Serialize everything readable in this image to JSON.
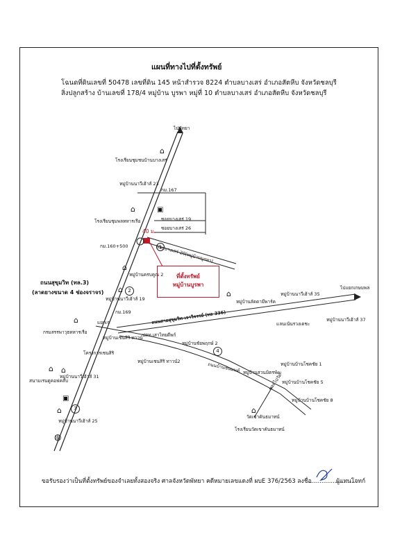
{
  "header": {
    "title": "แผนที่ทางไปที่ตั้งทรัพย์",
    "deed_line": "โฉนดที่ดินเลขที่ 50478  เลขที่ดิน 145  หน้าสำรวจ 8224  ตำบลบางเสร่  อำเภอสัตหีบ  จังหวัดชลบุรี",
    "building_line": "สิ่งปลูกสร้าง  บ้านเลขที่ 178/4  หมู่บ้าน บูรพา  หมู่ที่ 10  ตำบลบางเสร่  อำเภอสัตหีบ  จังหวัดชลบุรี"
  },
  "map": {
    "to_pattaya": "ไปพัทยา",
    "to_bangkok": "ไปแยกเกษมพล",
    "sukhumvit_road": "ถนนสุขุมวิท (ทล.3)",
    "sukhumvit_lanes": "(ลาดยางขนาด 4 ช่องจราจร)",
    "sai_road": "ถนนสายสุขุมวิท-เจาวิจรรย์ (ทล 336)",
    "soi_20": "ซอยบางเสร่ 20(หมู่บ้านบูรพา)",
    "soi_19": "ซอยบางเสร่ 19",
    "soi_26": "ซอยบางเสร่ 26",
    "distance": "40 ม.",
    "km_160_500": "กม.160+500",
    "km_167": "กม.167",
    "km_169": "กม.169",
    "intersection": "แยกเจ",
    "road_khao_chi": "ถนนบ้านชนมนต์",
    "to_khao": "ซอยไปวัด",
    "property_box": [
      "ที่ตั้งทรัพย์",
      "หมู่บ้านบูรพา"
    ],
    "markers": [
      "1",
      "2",
      "3",
      "4"
    ],
    "landmarks": [
      "โรงเรียนชุมชนบ้านบางเสร่",
      "หมู่บ้านนาวีเฮ้าส์ 23",
      "โรงเรียนชุมพลทหารเรือ",
      "หมู่บ้านครบคูณ 2",
      "หมู่บ้านนาวีเฮ้าส์ 19",
      "หมู่บ้านลัดดามีพาร์ค",
      "หมู่บ้านนาวีเฮ้าส์ 35",
      "แลนเน้นรวงเดชะ",
      "หมู่บ้านนาวีเฮ้าส์ 37",
      "กรมสรรพาวุธทหารเรือ",
      "หมู่บ้านเชนสิริ ทาวน์",
      "ปตท.เสาไทยดีพก์",
      "โครงการเชนสิริ",
      "หมู่บ้านชัยพฤกษ์ 2",
      "หมู่บ้านเชนสิริ ทาวน์2",
      "หมู่บ้านสวนมิตรพัฒ",
      "หมู่บ้านบ้านโชคชัย 1",
      "หมู่บ้านนาวีเฮ้าส์ 31",
      "สนามเรนดูคอฟคลับ",
      "หมู่บ้านบ้านโชคชัย 5",
      "หมู่บ้านบ้านโชคชัย 8",
      "วัดเขาคันธมาทน์",
      "โรงเรียนวัดเขาคันธมาทน์",
      "หมู่บ้านนาวีเฮ้าส์ 25"
    ]
  },
  "footer": {
    "certify": "ขอรับรองว่าเป็นที่ตั้งทรัพย์ของจำเลยทั้งสองจริง ศาลจังหวัดพัทยา คดีหมายเลขแดงที่ ผบE 376/2563  ลงชื่อ",
    "signature_dots": "..........................",
    "signer": "ผู้แทนโจทก์"
  }
}
